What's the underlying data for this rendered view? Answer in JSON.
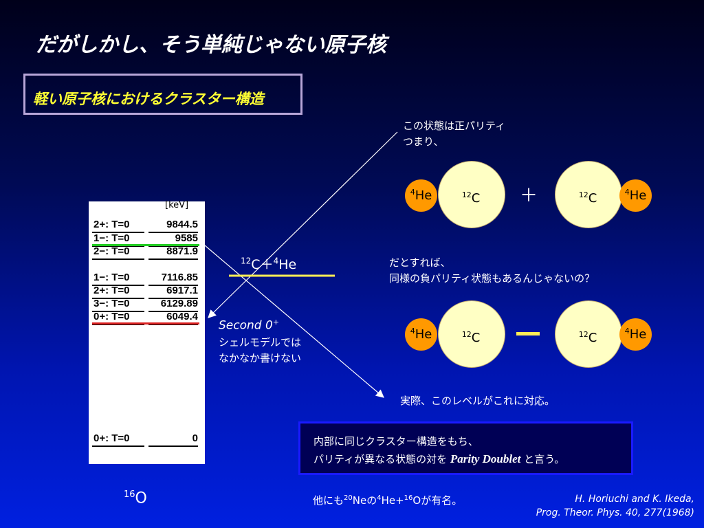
{
  "title": "だがしかし、そう単純じゃない原子核",
  "subtitle": "軽い原子核におけるクラスター構造",
  "level_scheme": {
    "unit": "[keV]",
    "nucleus": "16",
    "nucleus_symbol": "O",
    "levels": [
      {
        "label": "2+: T=0",
        "energy": "9844.5"
      },
      {
        "label": "1−: T=0",
        "energy": "9585"
      },
      {
        "label": "2−: T=0",
        "energy": "8871.9"
      },
      {
        "label": "1−: T=0",
        "energy": "7116.85"
      },
      {
        "label": "2+: T=0",
        "energy": "6917.1"
      },
      {
        "label": "3−: T=0",
        "energy": "6129.89"
      },
      {
        "label": "0+: T=0",
        "energy": "6049.4"
      },
      {
        "label": "0+: T=0",
        "energy": "0"
      }
    ]
  },
  "threshold": {
    "c": "12",
    "c_sym": "C",
    "plus": "＋",
    "he": "4",
    "he_sym": "He"
  },
  "second_zero": {
    "line1": "Second 0",
    "sup": "+",
    "line2": "シェルモデルでは",
    "line3": "なかなか書けない"
  },
  "positive_parity": {
    "line1": "この状態は正パリティ",
    "line2": "つまり、"
  },
  "negative_question": {
    "line1": "だとすれば、",
    "line2": "同様の負パリティ状態もあるんじゃないの？"
  },
  "actual": "実際、このレベルがこれに対応。",
  "cluster": {
    "he_mass": "4",
    "he": "He",
    "c_mass": "12",
    "c": "C",
    "plus": "＋",
    "minus": "ー"
  },
  "doublet_box": {
    "line1": "内部に同じクラスター構造をもち、",
    "line2_prefix": "パリティが異なる状態の対を ",
    "line2_bold": "Parity Doublet",
    "line2_suffix": " と言う。"
  },
  "others": {
    "prefix": "他にも",
    "ne_mass": "20",
    "ne": "Neの",
    "he_mass": "4",
    "he": "He+",
    "o_mass": "16",
    "o": "Oが有名。"
  },
  "reference": {
    "line1": "H. Horiuchi and K. Ikeda,",
    "line2": "Prog. Theor. Phys. 40, 277(1968)"
  },
  "colors": {
    "green_line": "#22cc22",
    "red_line": "#dd2222",
    "threshold_line": "#ffee55",
    "he": "#ff9900",
    "c": "#ffffc4"
  }
}
